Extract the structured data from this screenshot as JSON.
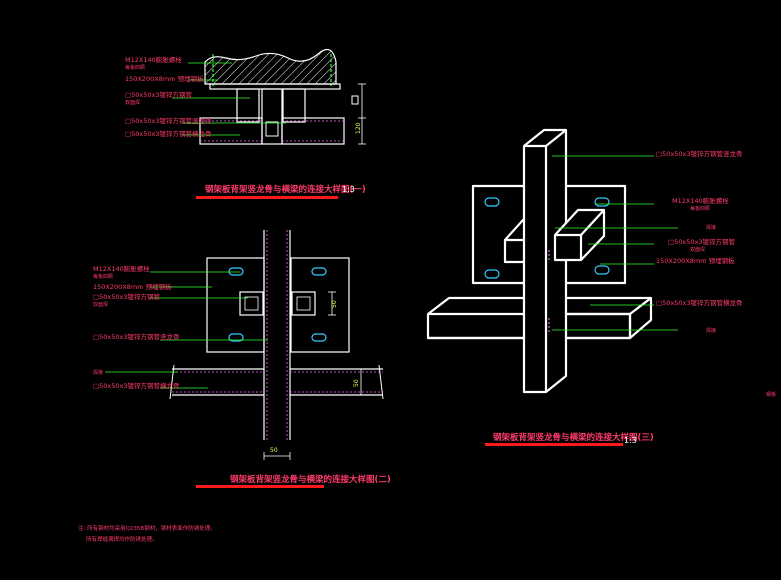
{
  "drawing": {
    "colors": {
      "background": "#000000",
      "outline": "#ffffff",
      "leader": "#33ff33",
      "label": "#ff3b6b",
      "title_bar": "#ff1a1a",
      "dimension": "#ffff55",
      "bolt": "#33ccff",
      "hatch": "#ff66ff"
    },
    "detail1": {
      "labels": [
        {
          "main": "M12X140膨胀螺栓",
          "sub": "每板四颗"
        },
        {
          "main": "150X200X8mm 预埋钢板",
          "sub": ""
        },
        {
          "main": "□50x50x3镀锌方钢管",
          "sub": "双面焊"
        },
        {
          "main": "□50x50x3镀锌方钢管竖龙骨",
          "sub": ""
        },
        {
          "main": "□50x50x3镀锌方钢管横龙骨",
          "sub": ""
        }
      ],
      "dim_right": "120",
      "title": "钢架板背架竖龙骨与横梁的连接大样图(一)",
      "scale": "1:3"
    },
    "detail2": {
      "labels": [
        {
          "main": "M12X140膨胀螺栓",
          "sub": "每板四颗"
        },
        {
          "main": "150X200X8mm 预埋钢板",
          "sub": ""
        },
        {
          "main": "□50x50x3镀锌方钢管",
          "sub": "双面焊"
        },
        {
          "main": "□50x50x3镀锌方钢管竖龙骨",
          "sub": ""
        },
        {
          "main": "焊接",
          "sub": ""
        },
        {
          "main": "□50x50x3镀锌方钢管横龙骨",
          "sub": ""
        }
      ],
      "dim_plate": "50",
      "dim_beam": "50",
      "dim_bottom": "50",
      "title": "钢架板背架竖龙骨与横梁的连接大样图(二)"
    },
    "detail3": {
      "labels": [
        {
          "main": "□50x50x3镀锌方钢管竖龙骨",
          "sub": ""
        },
        {
          "main": "M12X140膨胀螺栓",
          "sub": "每板四颗"
        },
        {
          "main": "焊接",
          "sub": ""
        },
        {
          "main": "□50x50x3镀锌方钢管",
          "sub": "双面焊"
        },
        {
          "main": "150X200X8mm 预埋钢板",
          "sub": ""
        },
        {
          "main": "□50x50x3镀锌方钢管横龙骨",
          "sub": ""
        },
        {
          "main": "焊接",
          "sub": ""
        }
      ],
      "title": "钢架板背架竖龙骨与横梁的连接大样图(三)",
      "scale": "1:3",
      "edge_text": "钢板"
    },
    "notes": [
      "注: 所有钢材均采用Q235B钢材，钢材表面作防锈处理。",
      "所有焊缝满焊均作防锈处理。"
    ]
  }
}
